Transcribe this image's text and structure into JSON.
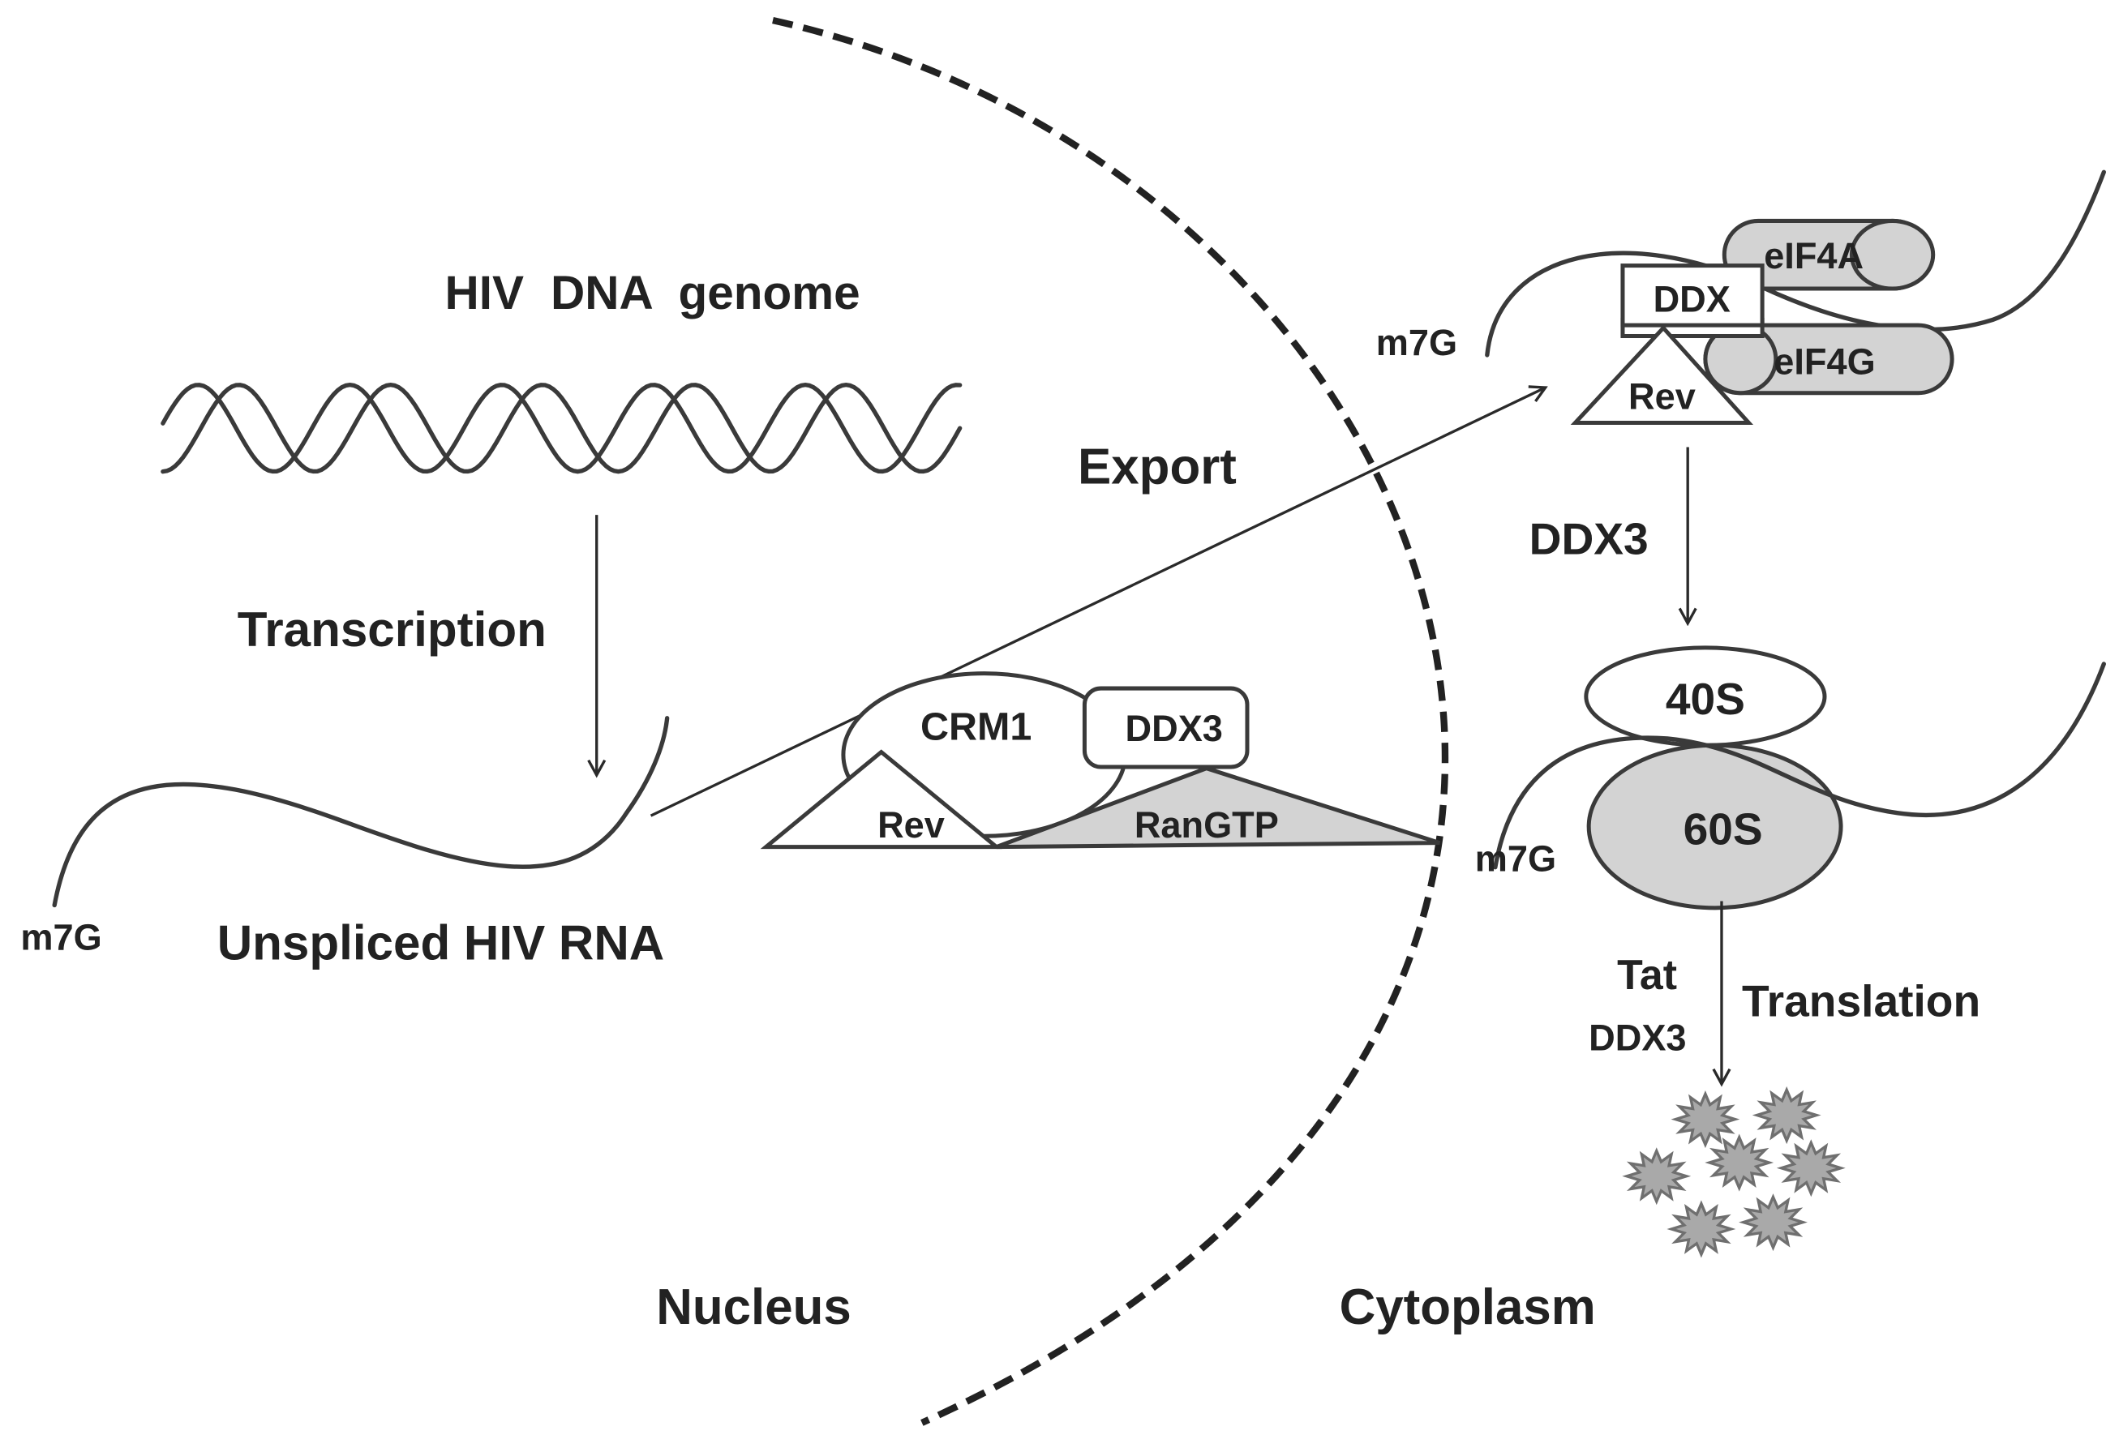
{
  "nucleus": {
    "label": "Nucleus",
    "dna_label": "HIV DNA genome",
    "transcription_label": "Transcription",
    "rna_label": "Unspliced HIV RNA",
    "cap_label": "m7G",
    "export_label": "Export",
    "complex": {
      "crm1": "CRM1",
      "ddx3": "DDX3",
      "rev": "Rev",
      "rangtp": "RanGTP"
    }
  },
  "cytoplasm": {
    "label": "Cytoplasm",
    "initiation": {
      "cap_label": "m7G",
      "ddx": "DDX",
      "eif4a": "eIF4A",
      "eif4g": "eIF4G",
      "rev": "Rev"
    },
    "step_label": "DDX3",
    "ribosome": {
      "cap_label": "m7G",
      "small_subunit": "40S",
      "large_subunit": "60S"
    },
    "translation": {
      "factor_1": "Tat",
      "factor_2": "DDX3",
      "label": "Translation"
    }
  },
  "colors": {
    "line": "#3a3a3a",
    "fill_gray": "#d3d3d3",
    "protein": "#a9a9a9"
  }
}
